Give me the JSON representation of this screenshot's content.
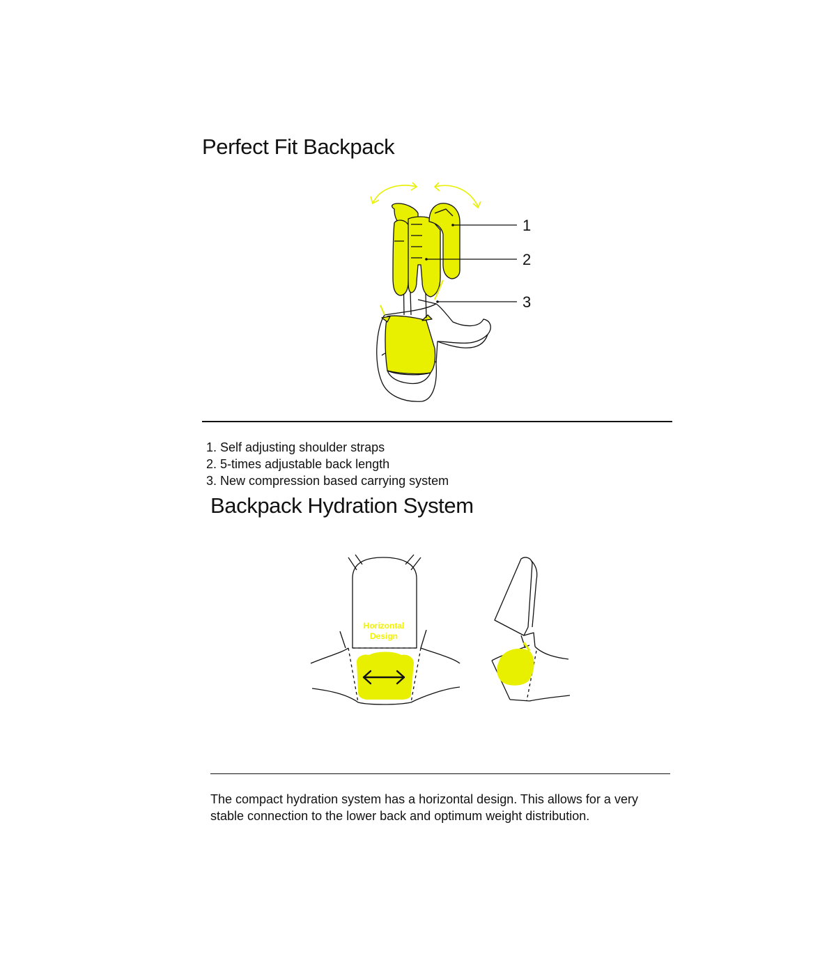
{
  "section1": {
    "title": "Perfect Fit Backpack",
    "callouts": [
      "1",
      "2",
      "3"
    ],
    "features": [
      "1. Self adjusting shoulder straps",
      "2. 5-times adjustable back length",
      "3. New compression based carrying system"
    ]
  },
  "section2": {
    "title": "Backpack Hydration System",
    "diagram_label_line1": "Horizontal",
    "diagram_label_line2": "Design",
    "description": "The compact hydration system has a horizontal design. This allows for a very stable connection to the lower back and optimum weight distribution."
  },
  "colors": {
    "accent": "#e8f000",
    "ink": "#111111"
  },
  "icons": [
    "curved-arrow-left-icon",
    "curved-arrow-right-icon",
    "double-arrow-icon"
  ]
}
